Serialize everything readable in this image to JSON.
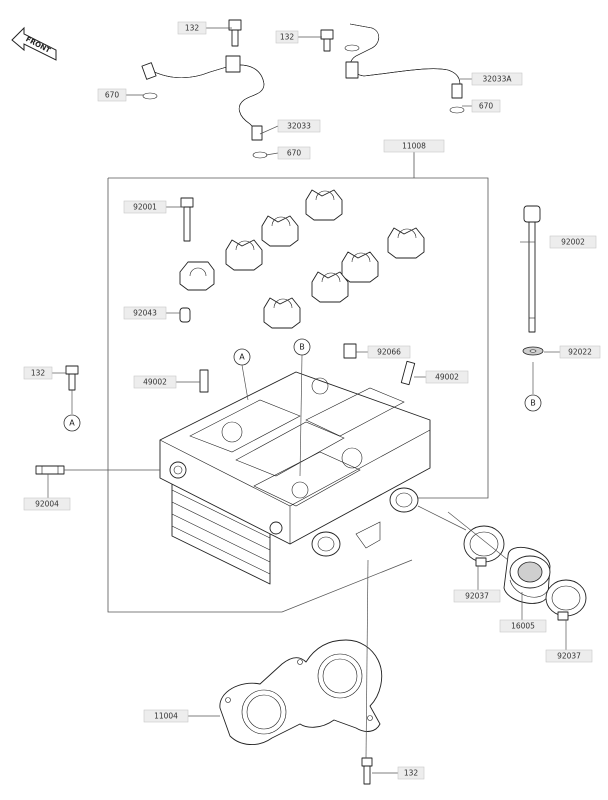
{
  "front_label": "FRONT",
  "parts": [
    {
      "id": "p132a",
      "label": "132"
    },
    {
      "id": "p132b",
      "label": "132"
    },
    {
      "id": "p670a",
      "label": "670"
    },
    {
      "id": "p670b",
      "label": "670"
    },
    {
      "id": "p670c",
      "label": "670"
    },
    {
      "id": "p32033",
      "label": "32033"
    },
    {
      "id": "p32033a",
      "label": "32033A"
    },
    {
      "id": "p11008",
      "label": "11008"
    },
    {
      "id": "p92001",
      "label": "92001"
    },
    {
      "id": "p92043",
      "label": "92043"
    },
    {
      "id": "p92002",
      "label": "92002"
    },
    {
      "id": "p92022",
      "label": "92022"
    },
    {
      "id": "p132c",
      "label": "132"
    },
    {
      "id": "p49002a",
      "label": "49002"
    },
    {
      "id": "p92066",
      "label": "92066"
    },
    {
      "id": "p49002b",
      "label": "49002"
    },
    {
      "id": "p92004",
      "label": "92004"
    },
    {
      "id": "p92037a",
      "label": "92037"
    },
    {
      "id": "p16005",
      "label": "16005"
    },
    {
      "id": "p92037b",
      "label": "92037"
    },
    {
      "id": "p11004",
      "label": "11004"
    },
    {
      "id": "p132d",
      "label": "132"
    }
  ],
  "refs": [
    "A",
    "B",
    "A",
    "B"
  ]
}
